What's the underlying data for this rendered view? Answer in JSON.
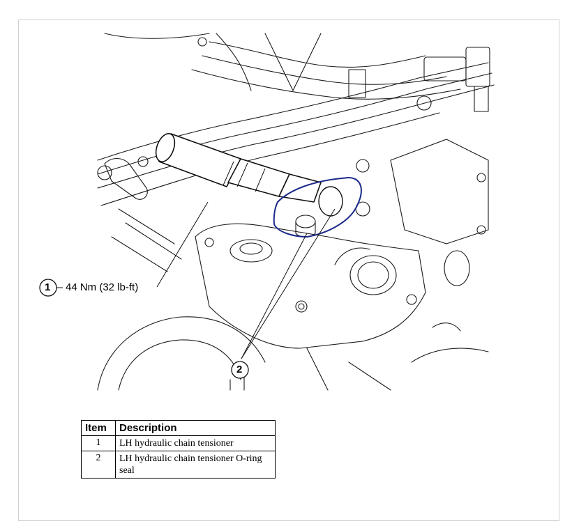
{
  "callouts": [
    {
      "number": "1",
      "text": "44 Nm (32 lb-ft)"
    },
    {
      "number": "2",
      "text": ""
    }
  ],
  "table": {
    "headers": [
      "Item",
      "Description"
    ],
    "rows": [
      {
        "item": "1",
        "description": "LH hydraulic chain tensioner"
      },
      {
        "item": "2",
        "description": "LH hydraulic chain tensioner O-ring seal"
      }
    ]
  },
  "colors": {
    "line": "#1a1a1a",
    "annotation": "#1b2a8a",
    "border": "#cfcfcf"
  }
}
